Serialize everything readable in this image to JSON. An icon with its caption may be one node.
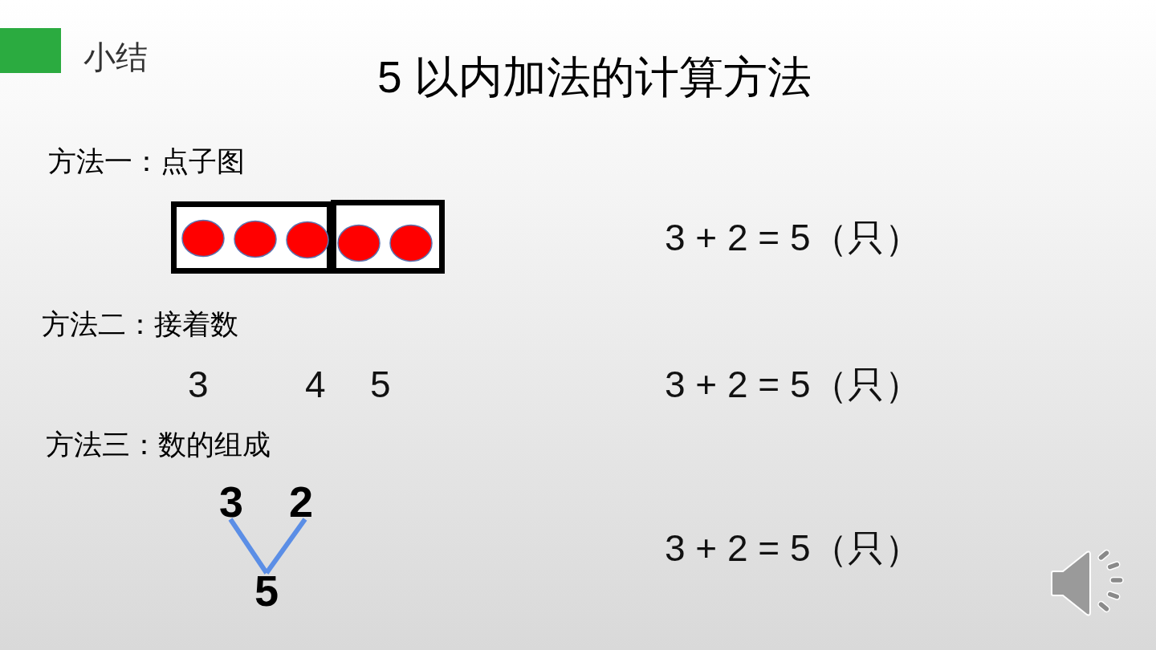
{
  "diagram": {
    "title": "5 以内加法的计算方法",
    "nodes": [
      {
        "text": [],
        "shape": "box",
        "beside": [
          "小结"
        ]
      },
      {
        "text": [
          "3"
        ]
      },
      {
        "text": [
          "2"
        ]
      },
      {
        "text": [
          "5"
        ]
      }
    ],
    "edges": [
      {
        "from": 1,
        "to": 3,
        "arrow": "none"
      },
      {
        "from": 2,
        "to": 3,
        "arrow": "none"
      }
    ],
    "labels": [
      "方法一：点子图",
      "3 + 2 = 5（只）",
      "方法二：接着数",
      "3",
      "4",
      "5",
      "3 + 2 = 5（只）",
      "方法三：数的组成",
      "3 + 2 = 5（只）"
    ]
  }
}
